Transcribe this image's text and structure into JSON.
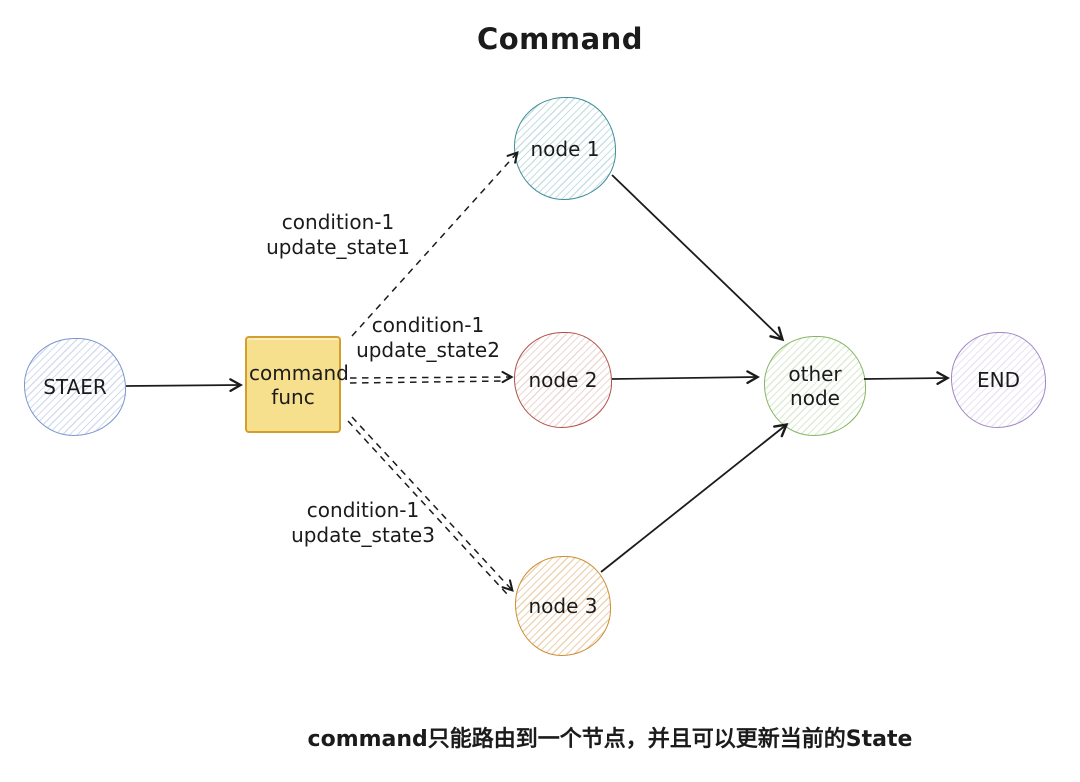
{
  "title": "Command",
  "caption": "command只能路由到一个节点，并且可以更新当前的State",
  "colors": {
    "arrow": "#1b1b1b",
    "text": "#1b1b1b",
    "background": "#ffffff"
  },
  "nodes": {
    "start": {
      "label": "STAER",
      "stroke": "#7b96cf",
      "hatch": "rgba(123,150,207,0.32)"
    },
    "command": {
      "label": "command func",
      "stroke": "#d2a02a",
      "fill": "#f7e08d"
    },
    "node1": {
      "label": "node 1",
      "stroke": "#3e8f98",
      "hatch": "rgba(62,143,152,0.28)"
    },
    "node2": {
      "label": "node 2",
      "stroke": "#b0524a",
      "hatch": "rgba(176,82,74,0.22)"
    },
    "node3": {
      "label": "node 3",
      "stroke": "#cd8d33",
      "hatch": "rgba(205,141,51,0.38)"
    },
    "other": {
      "label": "other node",
      "stroke": "#87b565",
      "hatch": "rgba(135,181,101,0.28)"
    },
    "end": {
      "label": "END",
      "stroke": "#a287c4",
      "hatch": "rgba(162,135,196,0.22)"
    }
  },
  "edge_labels": {
    "to_node1": {
      "line1": "condition-1",
      "line2": "update_state1"
    },
    "to_node2": {
      "line1": "condition-1",
      "line2": "update_state2"
    },
    "to_node3": {
      "line1": "condition-1",
      "line2": "update_state3"
    }
  },
  "edges": [
    {
      "from": "STAER",
      "to": "command func",
      "style": "solid"
    },
    {
      "from": "command func",
      "to": "node 1",
      "style": "dashed",
      "label": "condition-1 update_state1"
    },
    {
      "from": "command func",
      "to": "node 2",
      "style": "dashed",
      "label": "condition-1 update_state2"
    },
    {
      "from": "command func",
      "to": "node 3",
      "style": "dashed",
      "label": "condition-1 update_state3"
    },
    {
      "from": "node 1",
      "to": "other node",
      "style": "solid"
    },
    {
      "from": "node 2",
      "to": "other node",
      "style": "solid"
    },
    {
      "from": "node 3",
      "to": "other node",
      "style": "solid"
    },
    {
      "from": "other node",
      "to": "END",
      "style": "solid"
    }
  ]
}
